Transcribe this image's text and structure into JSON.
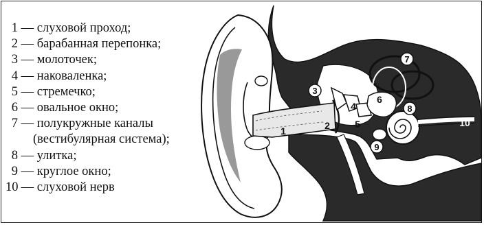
{
  "legend": [
    {
      "num": "1",
      "text": "— слуховой проход;"
    },
    {
      "num": "2",
      "text": "— барабанная перепонка;"
    },
    {
      "num": "3",
      "text": "— молоточек;"
    },
    {
      "num": "4",
      "text": "— наковаленка;"
    },
    {
      "num": "5",
      "text": "— стремечко;"
    },
    {
      "num": "6",
      "text": "— овальное окно;"
    },
    {
      "num": "7",
      "text": "— полукружные каналы",
      "cont": "(вестибулярная система);"
    },
    {
      "num": "8",
      "text": "— улитка;"
    },
    {
      "num": "9",
      "text": "— круглое окно;"
    },
    {
      "num": "10",
      "text": "— слуховой нерв"
    }
  ],
  "markers": [
    "1",
    "2",
    "3",
    "4",
    "5",
    "6",
    "7",
    "8",
    "9",
    "10"
  ],
  "colors": {
    "ink": "#111111",
    "shade": "#2a2a2a",
    "paper": "#ffffff"
  }
}
